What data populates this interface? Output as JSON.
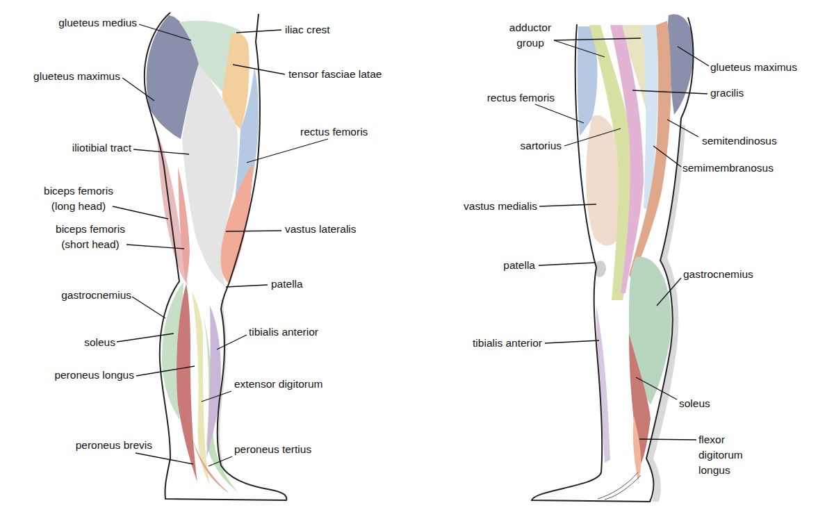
{
  "diagram": {
    "labels": [
      "glueteus medius",
      "iliac crest",
      "glueteus maximus",
      "tensor fasciae latae",
      "iliotibial tract",
      "rectus femoris",
      "biceps femoris (long head)",
      "biceps femoris (short head)",
      "vastus lateralis",
      "patella",
      "gastrocnemius",
      "tibialis anterior",
      "soleus",
      "peroneus longus",
      "extensor digitorum",
      "peroneus brevis",
      "peroneus tertius",
      "adductor group",
      "glueteus maximus",
      "rectus femoris",
      "gracilis",
      "sartorius",
      "semitendinosus",
      "semimembranosus",
      "vastus medialis",
      "patella",
      "gastrocnemius",
      "tibialis anterior",
      "soleus",
      "flexor digitorum longus"
    ]
  }
}
